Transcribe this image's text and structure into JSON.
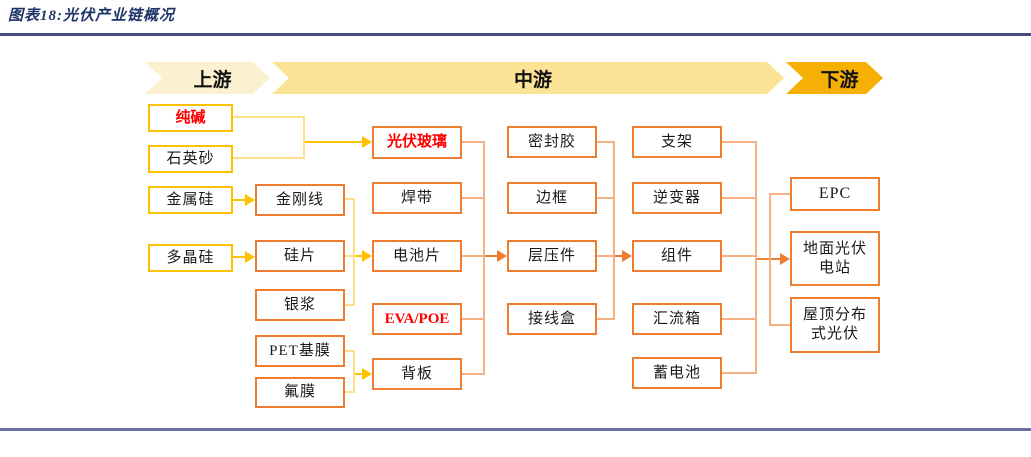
{
  "title": "图表18:光伏产业链概况",
  "banner": {
    "upstream": "上游",
    "midstream": "中游",
    "downstream": "下游"
  },
  "diagram": {
    "nodes": {
      "chunjian": {
        "label": "纯碱",
        "emphasis": "red"
      },
      "shiyingsha": {
        "label": "石英砂"
      },
      "jinshugui": {
        "label": "金属硅"
      },
      "duojinggui": {
        "label": "多晶硅"
      },
      "jingangxian": {
        "label": "金刚线"
      },
      "guipian": {
        "label": "硅片"
      },
      "yinjiang": {
        "label": "银浆"
      },
      "petjimo": {
        "label": "PET基膜"
      },
      "fumo": {
        "label": "氟膜"
      },
      "guangfuboli": {
        "label": "光伏玻璃",
        "emphasis": "red"
      },
      "handai": {
        "label": "焊带"
      },
      "dianchipian": {
        "label": "电池片"
      },
      "evapoe": {
        "label": "EVA/POE",
        "emphasis": "red"
      },
      "beiban": {
        "label": "背板"
      },
      "mifengjiao": {
        "label": "密封胶"
      },
      "biankuang": {
        "label": "边框"
      },
      "cengyajian": {
        "label": "层压件"
      },
      "jiexianhe": {
        "label": "接线盒"
      },
      "zhijia": {
        "label": "支架"
      },
      "nibianqi": {
        "label": "逆变器"
      },
      "zujian": {
        "label": "组件"
      },
      "huiliuxiang": {
        "label": "汇流箱"
      },
      "xudianchi": {
        "label": "蓄电池"
      },
      "epc": {
        "label": "EPC"
      },
      "dimian": {
        "lines": [
          "地面光伏",
          "电站"
        ]
      },
      "wuding": {
        "lines": [
          "屋顶分布",
          "式光伏"
        ]
      }
    },
    "edges": [
      {
        "from": [
          "纯碱",
          "石英砂"
        ],
        "to": "光伏玻璃"
      },
      {
        "from": [
          "金属硅"
        ],
        "to": "金刚线"
      },
      {
        "from": [
          "多晶硅"
        ],
        "to": "硅片"
      },
      {
        "from": [
          "金刚线",
          "硅片",
          "银浆"
        ],
        "to": "电池片"
      },
      {
        "from": [
          "PET基膜",
          "氟膜"
        ],
        "to": "背板"
      },
      {
        "from": [
          "光伏玻璃",
          "焊带",
          "电池片",
          "EVA/POE",
          "背板"
        ],
        "to": "层压件"
      },
      {
        "from": [
          "密封胶",
          "边框",
          "层压件",
          "接线盒"
        ],
        "to": "组件"
      },
      {
        "from": [
          "支架",
          "逆变器",
          "组件",
          "汇流箱",
          "蓄电池"
        ],
        "to": "地面光伏电站"
      },
      {
        "linked": [
          "EPC",
          "地面光伏电站",
          "屋顶分布式光伏"
        ]
      }
    ],
    "colors": {
      "upstream_box_border": "#FFC000",
      "mid_box_border": "#ED7D31",
      "yellow_line": "#FFE089",
      "gold_arrow": "#FFC000",
      "light_orange_line": "#F5B183",
      "orange_arrow": "#ED7D31",
      "emphasis_text": "#FF0000",
      "title_navy": "#1F3468",
      "banner_upstream_fill": "#FBF0CF",
      "banner_midstream_fill": "#FBE295",
      "banner_downstream_fill": "#F6AF03"
    }
  }
}
